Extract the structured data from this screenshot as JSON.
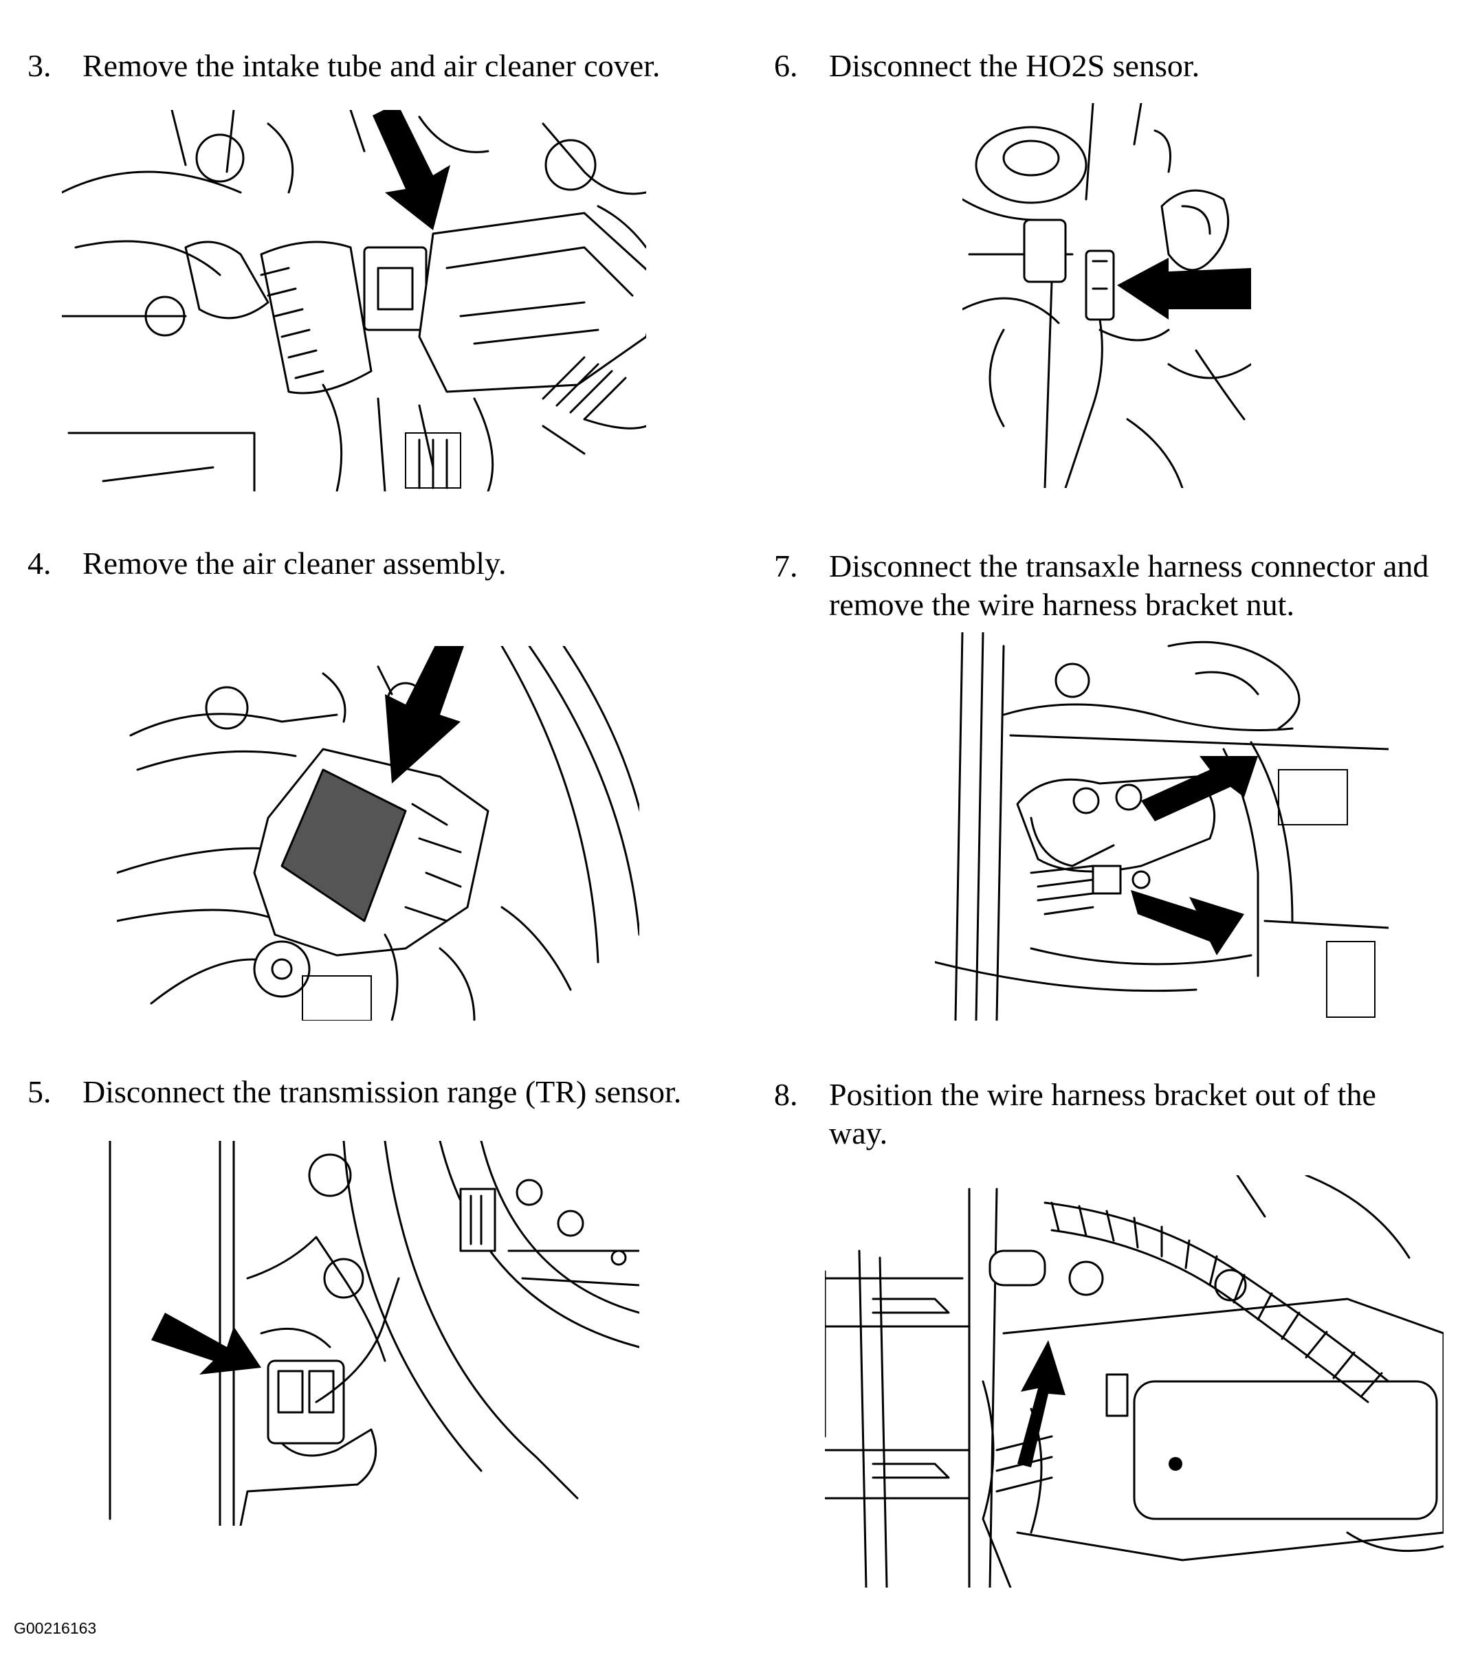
{
  "document": {
    "doc_id": "G00216163",
    "steps": [
      {
        "num": "3.",
        "lines": [
          "Remove the intake tube and air cleaner cover."
        ]
      },
      {
        "num": "4.",
        "lines": [
          "Remove the air cleaner assembly."
        ]
      },
      {
        "num": "5.",
        "lines": [
          "Disconnect the transmission range (TR) sensor."
        ]
      },
      {
        "num": "6.",
        "lines": [
          "Disconnect the HO2S sensor."
        ]
      },
      {
        "num": "7.",
        "lines": [
          "Disconnect the transaxle harness connector and",
          "remove the wire harness bracket nut."
        ]
      },
      {
        "num": "8.",
        "lines": [
          "Position the wire harness bracket out of the",
          "way."
        ]
      }
    ]
  }
}
